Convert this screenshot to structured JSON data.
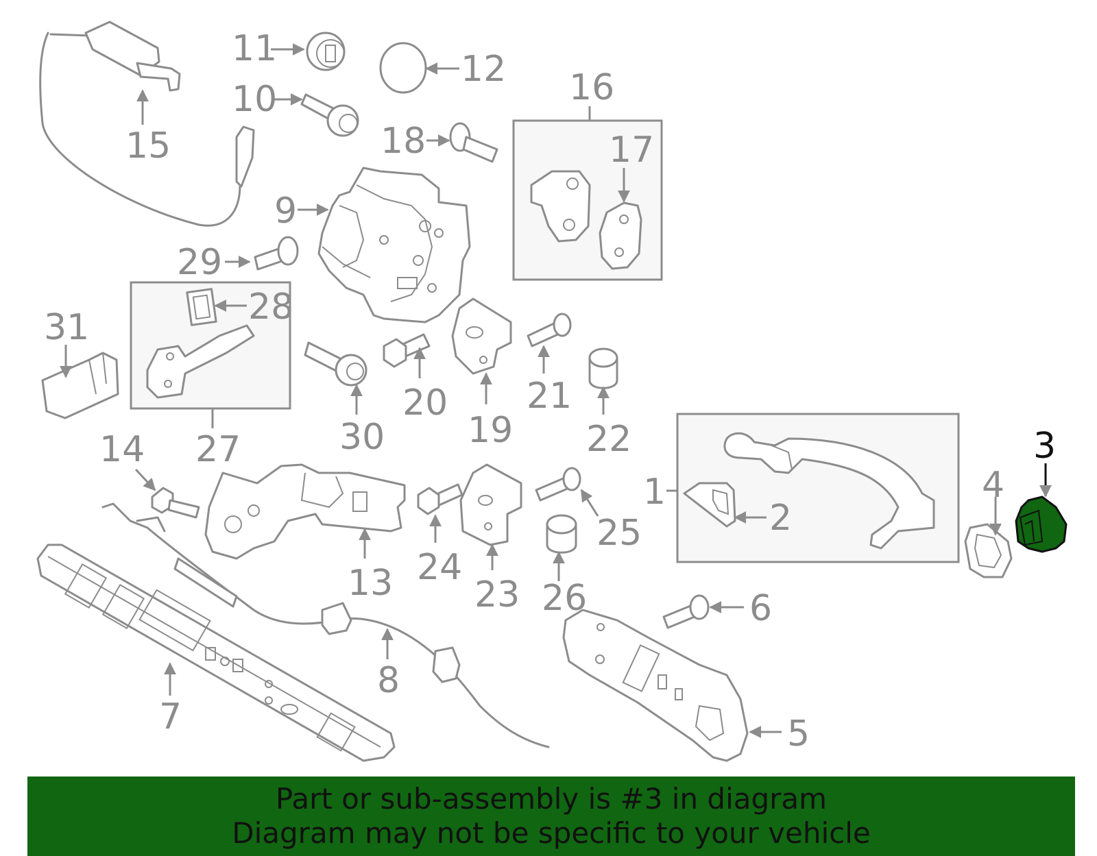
{
  "callouts": {
    "c1": "1",
    "c2": "2",
    "c3": "3",
    "c4": "4",
    "c5": "5",
    "c6": "6",
    "c7": "7",
    "c8": "8",
    "c9": "9",
    "c10": "10",
    "c11": "11",
    "c12": "12",
    "c13": "13",
    "c14": "14",
    "c15": "15",
    "c16": "16",
    "c17": "17",
    "c18": "18",
    "c19": "19",
    "c20": "20",
    "c21": "21",
    "c22": "22",
    "c23": "23",
    "c24": "24",
    "c25": "25",
    "c26": "26",
    "c27": "27",
    "c28": "28",
    "c29": "29",
    "c30": "30",
    "c31": "31"
  },
  "highlight": {
    "part": "3",
    "color": "#116611"
  },
  "banner": {
    "line1": "Part or sub-assembly is #3 in diagram",
    "line2": "Diagram may not be specific to your vehicle",
    "background": "#116611"
  }
}
